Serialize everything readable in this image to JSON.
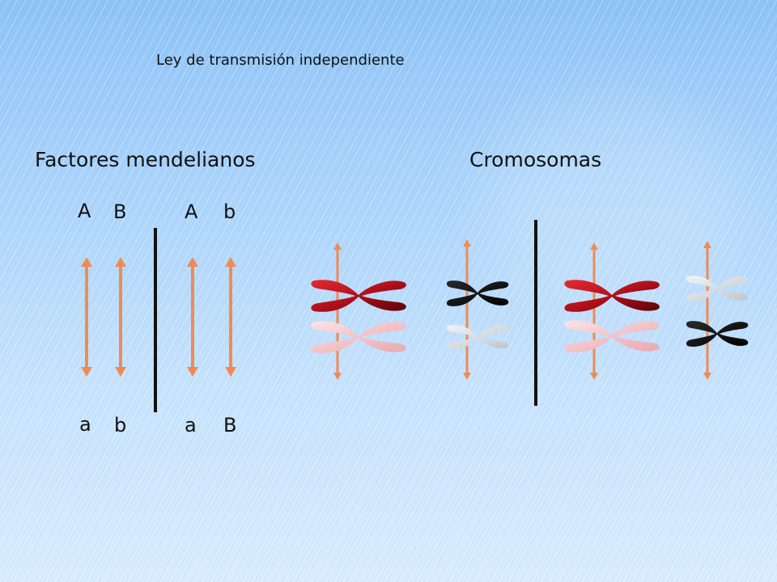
{
  "title": "Ley de transmisión independiente",
  "left_heading": "Factores mendelianos",
  "right_heading": "Cromosomas",
  "alleles": {
    "top": [
      "A",
      "B",
      "A",
      "b"
    ],
    "bottom": [
      "a",
      "b",
      "a",
      "B"
    ]
  },
  "colors": {
    "arrow": "#f08a55",
    "divider": "#111111",
    "chrom_red": "#c0101a",
    "chrom_pink": "#f4c8cc",
    "chrom_black": "#111111",
    "chrom_grey": "#d4d8dc"
  }
}
